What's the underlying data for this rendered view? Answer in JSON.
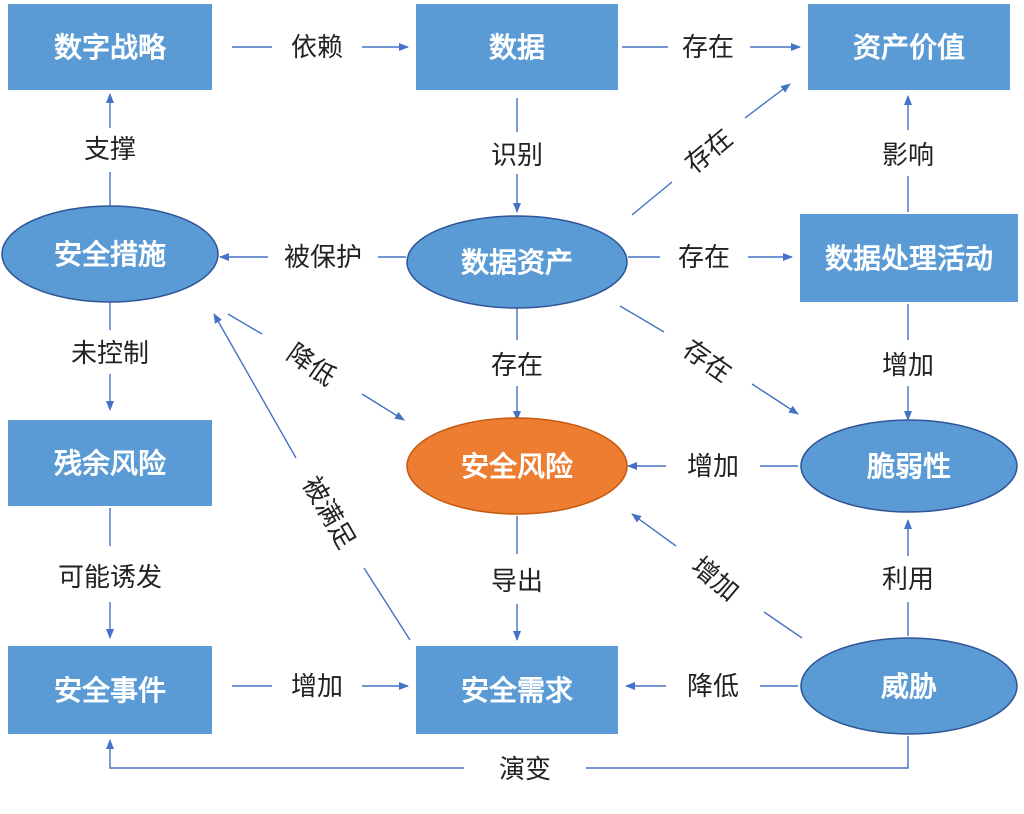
{
  "colors": {
    "box_fill": "#5b9bd5",
    "ellipse_fill": "#5b9bd5",
    "ellipse_stroke": "#2f5597",
    "highlight_fill": "#ed7d31",
    "highlight_stroke": "#c55a11",
    "edge": "#4472c4",
    "label": "#222222"
  },
  "nodes": {
    "digital_strategy": "数字战略",
    "data": "数据",
    "asset_value": "资产价值",
    "security_measures": "安全措施",
    "data_assets": "数据资产",
    "data_processing": "数据处理活动",
    "residual_risk": "残余风险",
    "security_risk": "安全风险",
    "vulnerability": "脆弱性",
    "security_event": "安全事件",
    "security_requirement": "安全需求",
    "threat": "威胁"
  },
  "edges": {
    "depends": "依赖",
    "exists_data_value": "存在",
    "support": "支撑",
    "identify": "识别",
    "exists_diag_up": "存在",
    "influence": "影响",
    "protected": "被保护",
    "exists_processing": "存在",
    "uncontrolled": "未控制",
    "reduce_diag": "降低",
    "exists_risk": "存在",
    "exists_diag_down": "存在",
    "increase_processing": "增加",
    "satisfied": "被满足",
    "increase_vuln": "增加",
    "may_trigger": "可能诱发",
    "derive": "导出",
    "increase_threat_diag": "增加",
    "use": "利用",
    "increase_event": "增加",
    "reduce_threat": "降低",
    "evolve": "演变"
  }
}
